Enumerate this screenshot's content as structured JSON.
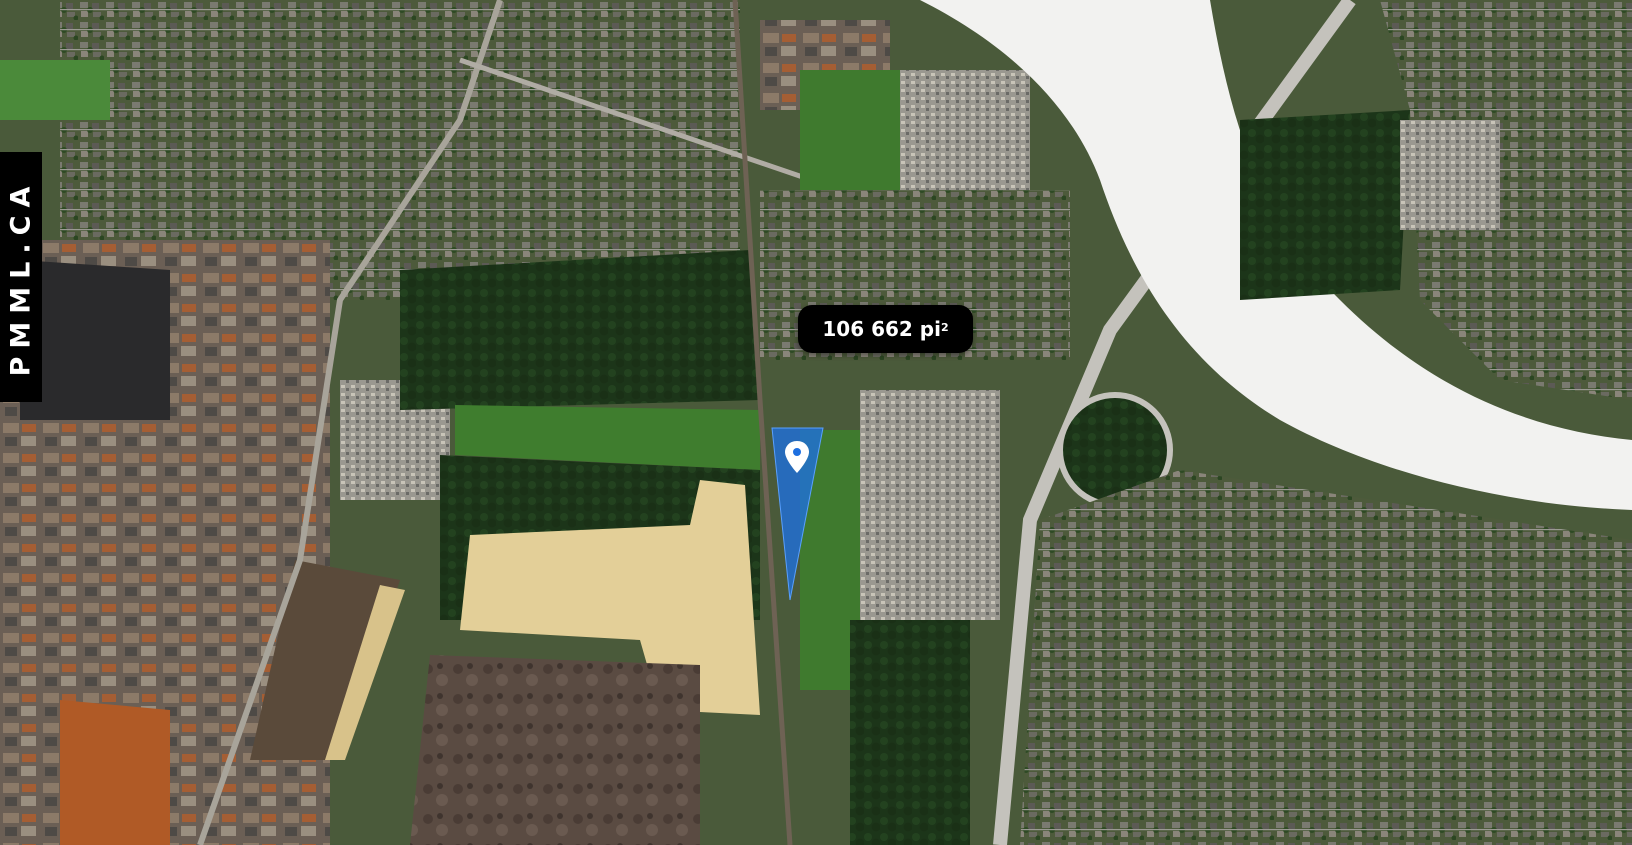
{
  "brand": {
    "text": "PMML.CA"
  },
  "parcel": {
    "area_value": "106 662 pi",
    "area_exponent": "2",
    "highlight_color": "#1e6fe0",
    "marker_icon": "map-pin-icon"
  },
  "colors": {
    "label_bg": "#000000",
    "label_text": "#ffffff",
    "river": "#f2f2f0",
    "forest": "#1f3a1e",
    "field": "#4e8a3a",
    "sand": "#e3cf98"
  }
}
